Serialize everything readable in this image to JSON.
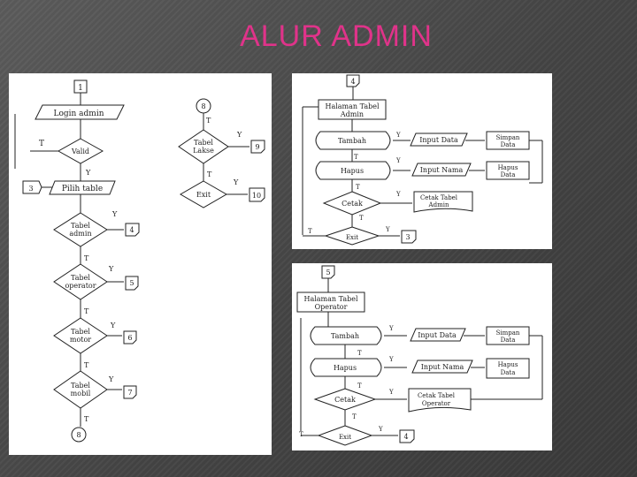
{
  "slide": {
    "title": "ALUR ADMIN"
  },
  "left_flow": {
    "connectors": [
      "1",
      "8",
      "9",
      "10",
      "3",
      "4",
      "5",
      "6",
      "7",
      "8"
    ],
    "login": "Login admin",
    "valid": "Valid",
    "pilih": "Pilih table",
    "tabel_admin": [
      "Tabel",
      "admin"
    ],
    "tabel_operator": [
      "Tabel",
      "operator"
    ],
    "tabel_motor": [
      "Tabel",
      "motor"
    ],
    "tabel_mobil": [
      "Tabel",
      "mobil"
    ],
    "tabel_lakse": [
      "Tabel",
      "Lakse"
    ],
    "exit": "Exit",
    "y": "Y",
    "t": "T"
  },
  "admin_flow": {
    "connectors": [
      "4",
      "3"
    ],
    "halaman": [
      "Halaman Tabel",
      "Admin"
    ],
    "tambah": "Tambah",
    "hapus": "Hapus",
    "cetak": "Cetak",
    "exit": "Exit",
    "input_data": "Input Data",
    "input_nama": "Input Nama",
    "cetak_tabel": [
      "Cetak Tabel",
      "Admin"
    ],
    "simpan": [
      "Simpan",
      "Data"
    ],
    "hapus_data": [
      "Hapus",
      "Data"
    ],
    "y": "Y",
    "t": "T"
  },
  "operator_flow": {
    "connectors": [
      "5",
      "4"
    ],
    "halaman": [
      "Halaman Tabel",
      "Operator"
    ],
    "tambah": "Tambah",
    "hapus": "Hapus",
    "cetak": "Cetak",
    "exit": "Exit",
    "input_data": "Input Data",
    "input_nama": "Input Nama",
    "cetak_tabel": [
      "Cetak Tabel",
      "Operator"
    ],
    "simpan": [
      "Simpan",
      "Data"
    ],
    "hapus_data": [
      "Hapus",
      "Data"
    ],
    "y": "Y",
    "t": "T"
  }
}
